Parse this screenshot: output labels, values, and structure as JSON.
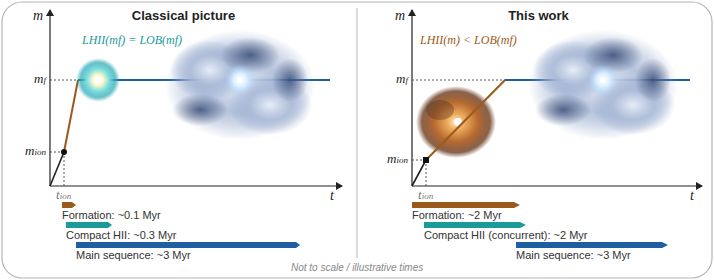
{
  "diagram": {
    "caption": "Not to scale / illustrative times",
    "nodes": [
      {
        "text": [
          "Classical picture"
        ]
      },
      {
        "text": [
          "This work"
        ]
      }
    ],
    "labels": [
      "m",
      "mf",
      "mion",
      "tion",
      "t",
      "LHII(mf) = LOB(mf)",
      "Formation: ~0.1 Myr",
      "Compact HII: ~0.3 Myr",
      "Main sequence: ~3 Myr",
      "m",
      "mf",
      "mion",
      "tion",
      "t",
      "LHII(m) < LOB(mf)",
      "Formation: ~2 Myr",
      "Compact HII (concurrent): ~2 Myr",
      "Main sequence: ~3 Myr"
    ]
  }
}
